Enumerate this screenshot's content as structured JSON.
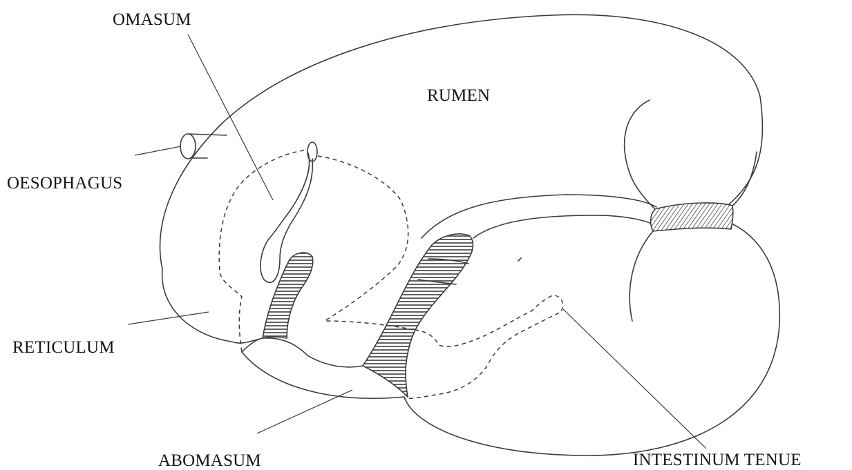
{
  "labels": {
    "omasum": "OMASUM",
    "rumen": "RUMEN",
    "oesophagus": "OESOPHAGUS",
    "reticulum": "RETICULUM",
    "abomasum": "ABOMASUM",
    "intestinum_tenue": "INTESTINUM TENUE"
  },
  "colors": {
    "line": "#3a3a3a",
    "text": "#141414",
    "background": "#ffffff"
  }
}
